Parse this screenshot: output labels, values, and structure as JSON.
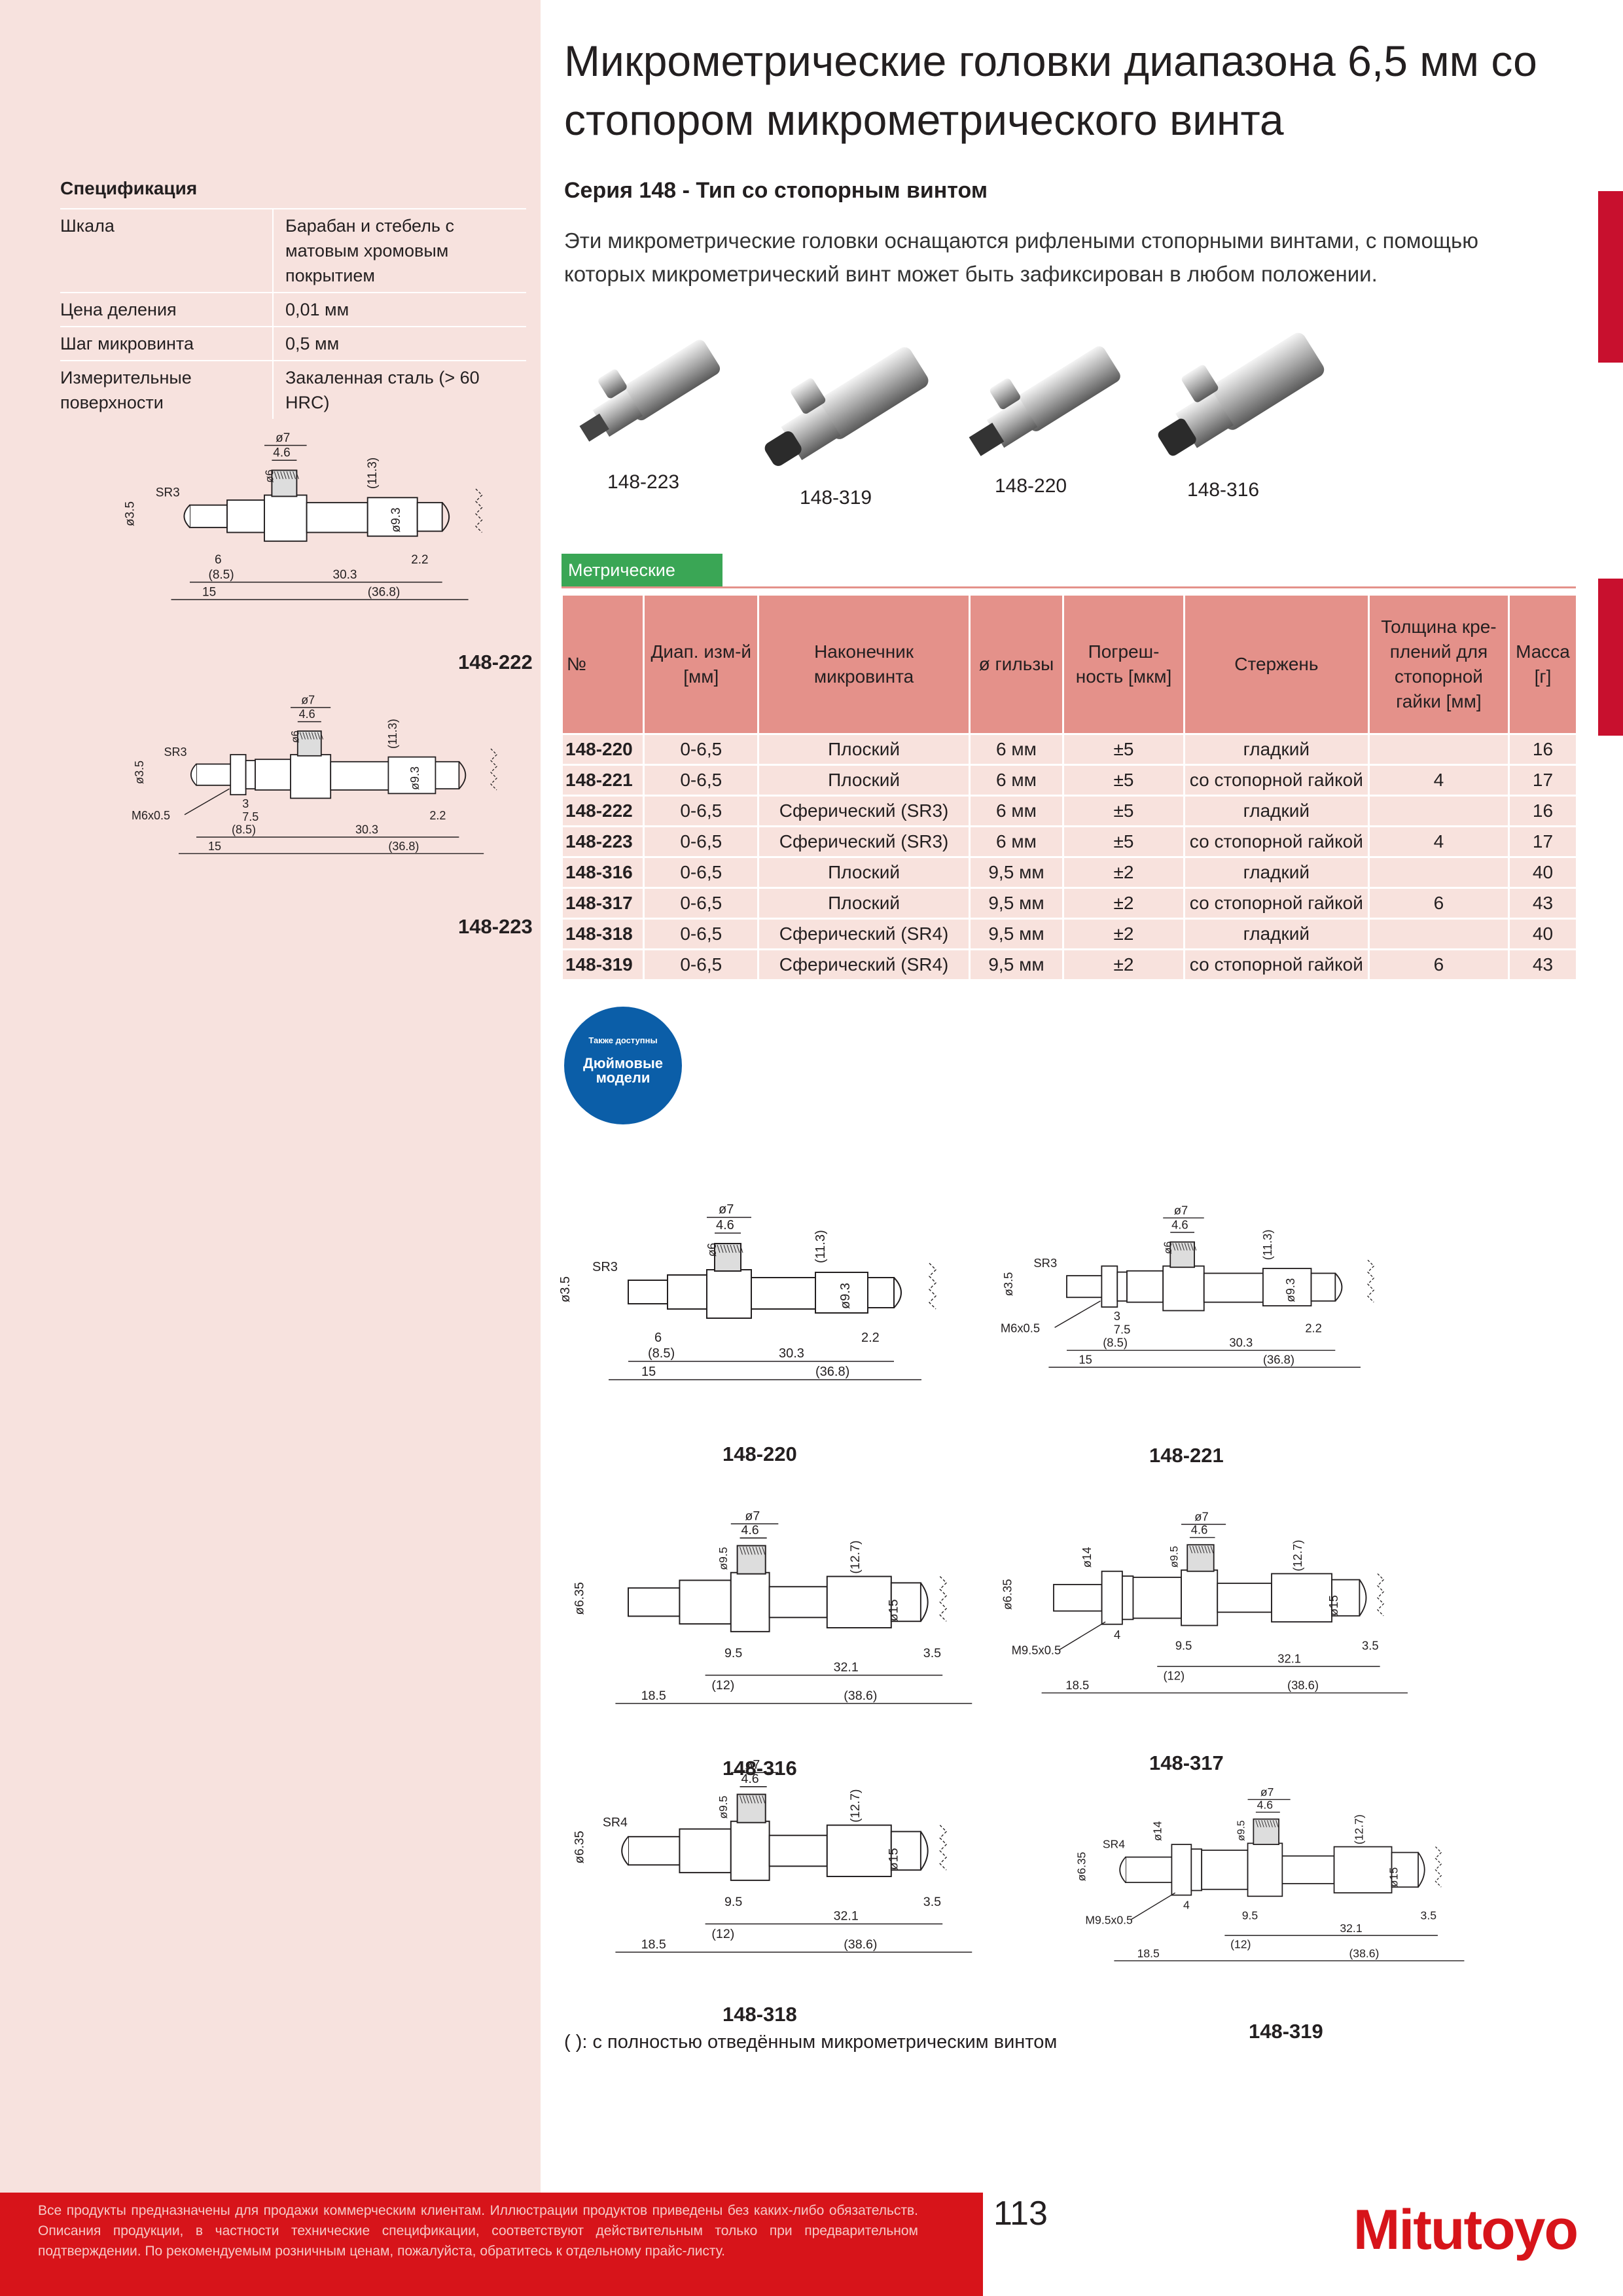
{
  "title": "Микрометрические головки диапазона 6,5 мм со стопором микрометрического винта",
  "subtitle": "Серия 148 - Тип со стопорным винтом",
  "intro": "Эти микрометрические головки оснащаются рифлеными стопорными винтами, с помощью которых микрометрический винт может быть зафиксирован в любом положении.",
  "spec": {
    "heading": "Спецификация",
    "rows": [
      {
        "k": "Шкала",
        "v": "Барабан и стебель с матовым хромовым покрытием"
      },
      {
        "k": "Цена деления",
        "v": "0,01 мм"
      },
      {
        "k": "Шаг микровинта",
        "v": "0,5 мм"
      },
      {
        "k": "Измерительные поверхности",
        "v": "Закаленная сталь (> 60 HRC)"
      }
    ]
  },
  "photos": [
    "148-223",
    "148-319",
    "148-220",
    "148-316"
  ],
  "table": {
    "tab_label": "Метрические",
    "headers": [
      "№",
      "Диап. изм-й [мм]",
      "Наконечник микровинта",
      "ø гильзы",
      "Погреш-ность [мкм]",
      "Стержень",
      "Толщина кре-плений для стопорной гайки [мм]",
      "Масса [г]"
    ],
    "rows": [
      [
        "148-220",
        "0-6,5",
        "Плоский",
        "6 мм",
        "±5",
        "гладкий",
        "",
        "16"
      ],
      [
        "148-221",
        "0-6,5",
        "Плоский",
        "6 мм",
        "±5",
        "со стопорной гайкой",
        "4",
        "17"
      ],
      [
        "148-222",
        "0-6,5",
        "Сферический (SR3)",
        "6 мм",
        "±5",
        "гладкий",
        "",
        "16"
      ],
      [
        "148-223",
        "0-6,5",
        "Сферический (SR3)",
        "6 мм",
        "±5",
        "со стопорной гайкой",
        "4",
        "17"
      ],
      [
        "148-316",
        "0-6,5",
        "Плоский",
        "9,5 мм",
        "±2",
        "гладкий",
        "",
        "40"
      ],
      [
        "148-317",
        "0-6,5",
        "Плоский",
        "9,5 мм",
        "±2",
        "со стопорной гайкой",
        "6",
        "43"
      ],
      [
        "148-318",
        "0-6,5",
        "Сферический (SR4)",
        "9,5 мм",
        "±2",
        "гладкий",
        "",
        "40"
      ],
      [
        "148-319",
        "0-6,5",
        "Сферический (SR4)",
        "9,5 мм",
        "±2",
        "со стопорной гайкой",
        "6",
        "43"
      ]
    ]
  },
  "badge": {
    "top": "Также доступны",
    "main": "Дюймовые модели"
  },
  "drawings": {
    "d222": "148-222",
    "d223": "148-223",
    "d220": "148-220",
    "d221": "148-221",
    "d316": "148-316",
    "d317": "148-317",
    "d318": "148-318",
    "d319": "148-319"
  },
  "dims_small": {
    "d7": "ø7",
    "d46": "4.6",
    "d6": "ø6",
    "d113": "(11.3)",
    "d93": "ø9.3",
    "d35": "ø3.5",
    "sr3": "SR3",
    "d6b": "6",
    "d85": "(8.5)",
    "d303": "30.3",
    "d22": "2.2",
    "d15": "15",
    "d368": "(36.8)",
    "m6": "M6x0.5",
    "d3": "3",
    "d75": "7.5"
  },
  "dims_large": {
    "d7": "ø7",
    "d46": "4.6",
    "d95": "ø9.5",
    "d127": "(12.7)",
    "d15": "ø15",
    "d635": "ø6.35",
    "d14": "ø14",
    "sr4": "SR4",
    "d95b": "9.5",
    "d12": "(12)",
    "d321": "32.1",
    "d35": "3.5",
    "d185": "18.5",
    "d386": "(38.6)",
    "m95": "M9.5x0.5",
    "d4": "4"
  },
  "note": "( ): с полностью отведённым микрометрическим винтом",
  "footer_text": "Все продукты предназначены для продажи коммерческим клиентам. Иллюстрации продуктов приведены без каких-либо обязательств. Описания продукции, в частности технические спецификации, соответствуют действительным только при предварительном подтверждении. По рекомендуемым розничным ценам, пожалуйста, обратитесь к отдельному прайс-листу.",
  "page_number": "113",
  "logo": "Mitutoyo",
  "colors": {
    "accent": "#d7141a",
    "panel": "#f7e2de",
    "table_head": "#e4918a",
    "table_row": "#f8e2dd",
    "tab_green": "#3aa655"
  }
}
